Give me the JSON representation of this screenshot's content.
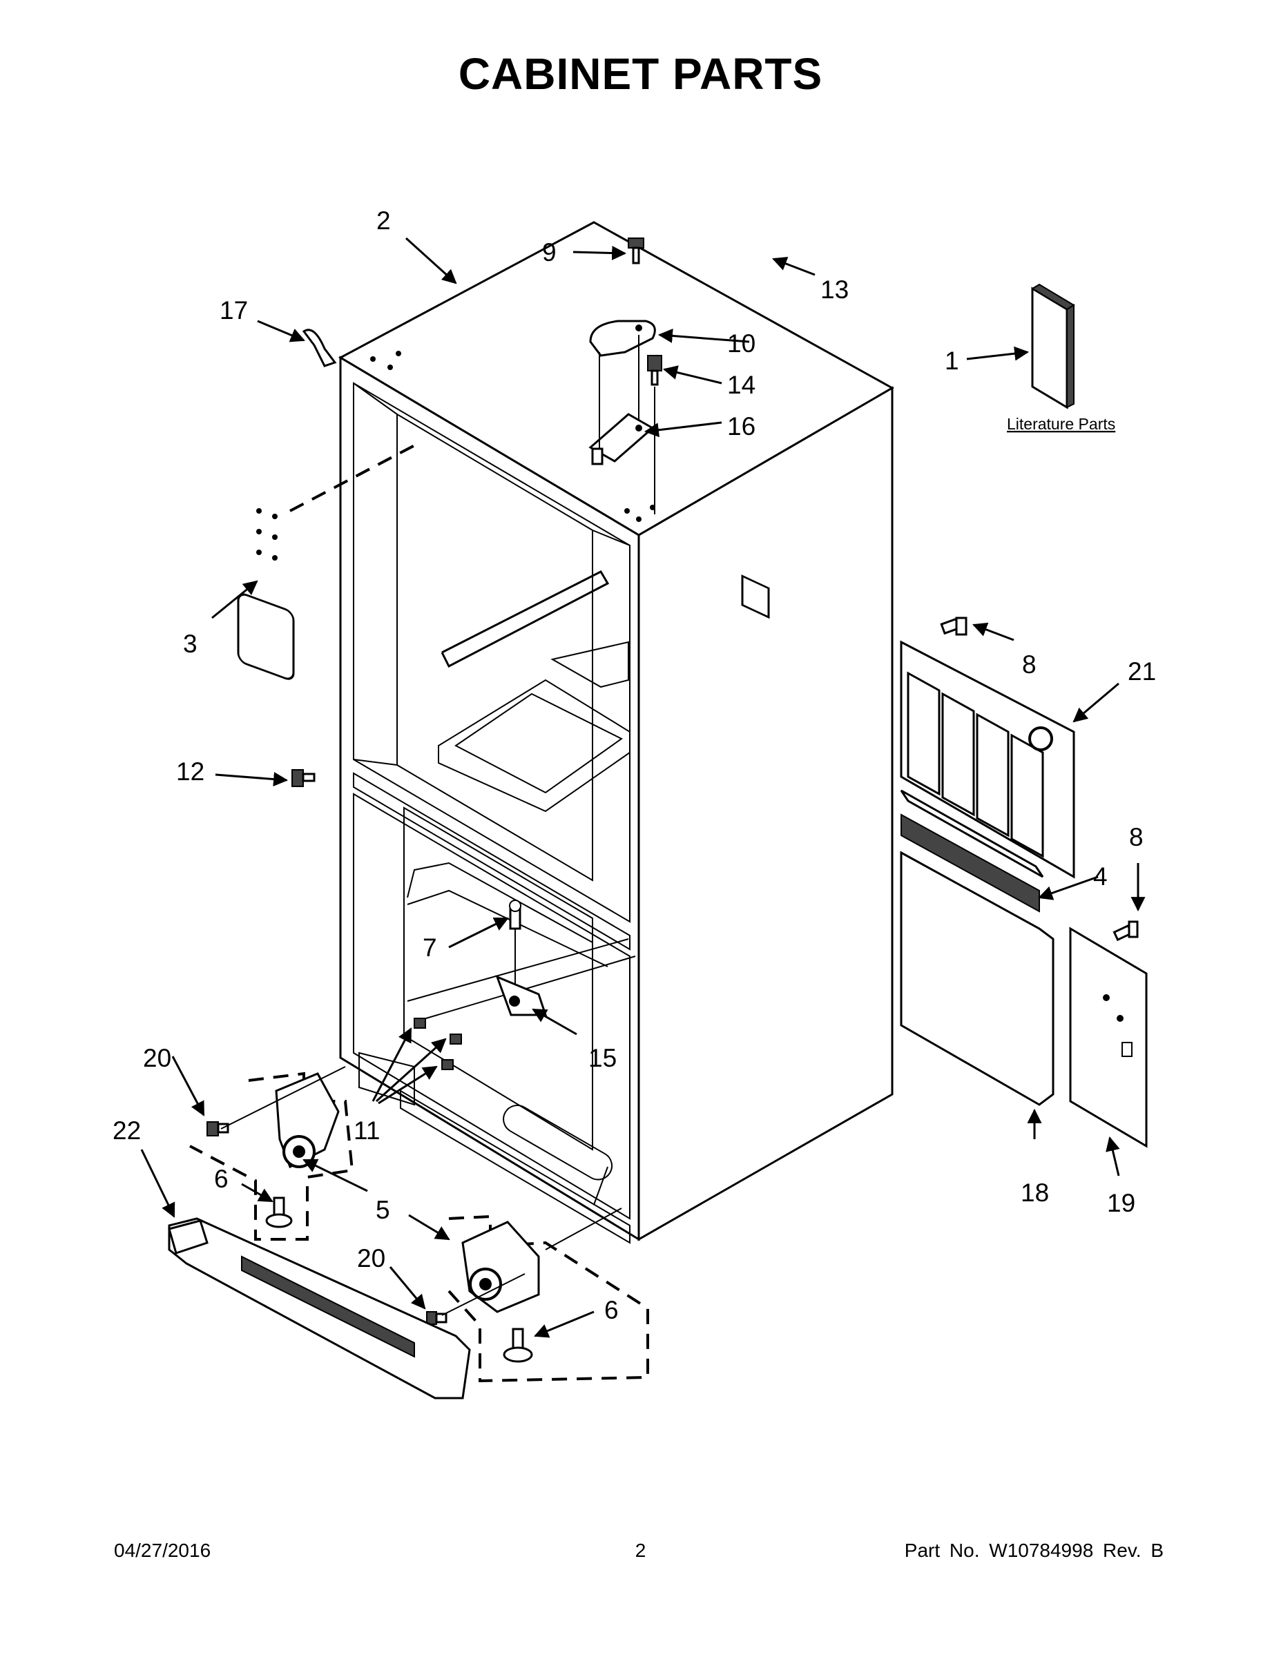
{
  "title": "CABINET PARTS",
  "literature_label": "Literature Parts",
  "callouts": {
    "c1": "1",
    "c2": "2",
    "c3": "3",
    "c4": "4",
    "c5": "5",
    "c6a": "6",
    "c6b": "6",
    "c7": "7",
    "c8a": "8",
    "c8b": "8",
    "c9": "9",
    "c10": "10",
    "c11": "11",
    "c12": "12",
    "c13": "13",
    "c14": "14",
    "c15": "15",
    "c16": "16",
    "c17": "17",
    "c18": "18",
    "c19": "19",
    "c20a": "20",
    "c20b": "20",
    "c21": "21",
    "c22": "22"
  },
  "footer": {
    "date": "04/27/2016",
    "page": "2",
    "part_no": "Part No.  W10784998  Rev.  B"
  }
}
